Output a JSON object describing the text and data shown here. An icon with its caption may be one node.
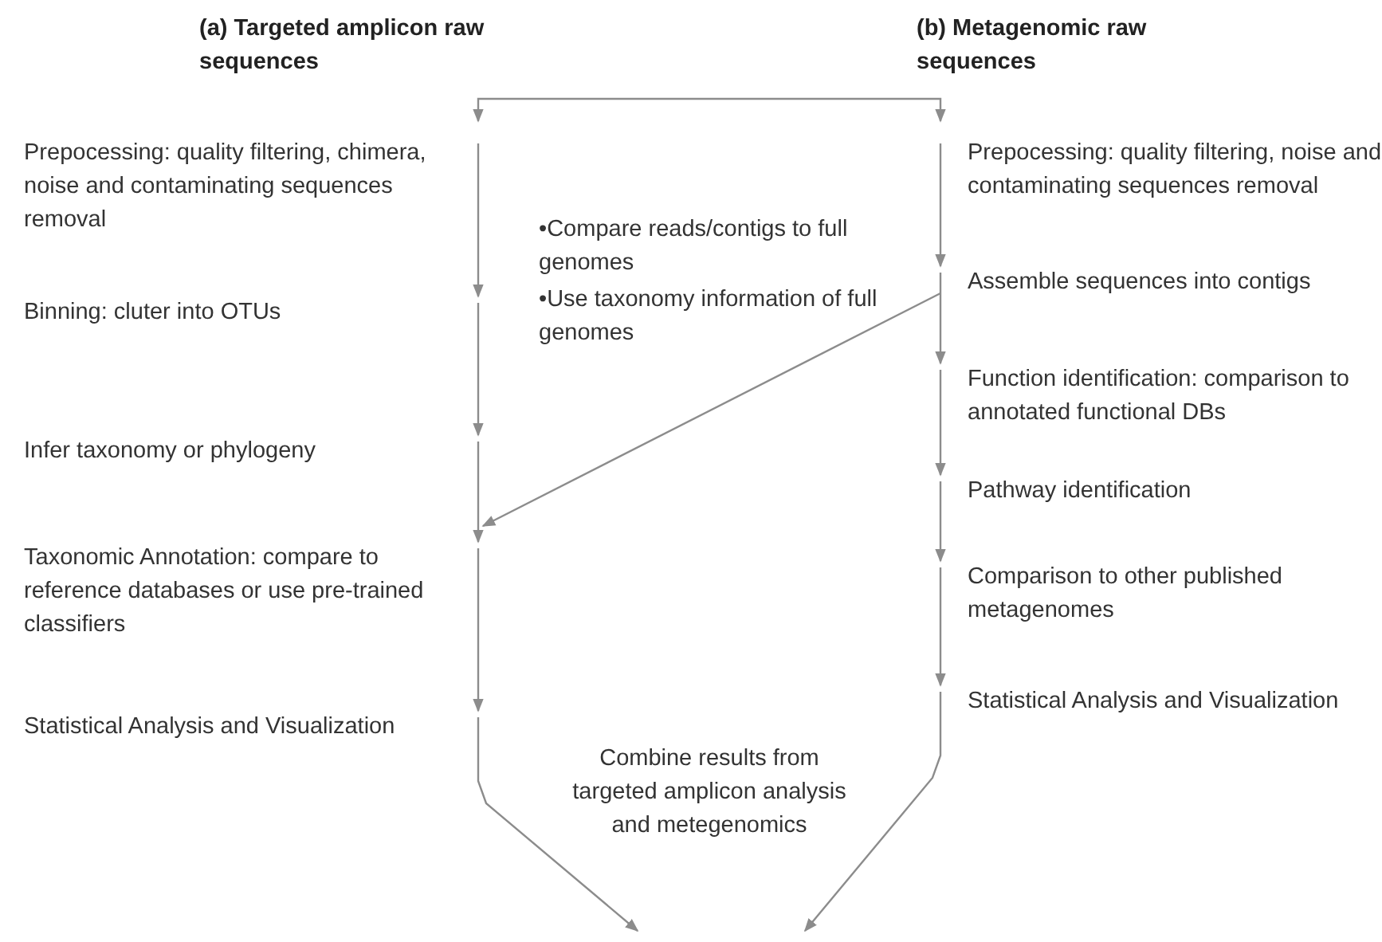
{
  "diagram": {
    "nodes": [
      {
        "text": [
          "Prepocessing: quality filtering, chimera, noise and contaminating sequences  removal"
        ]
      },
      {
        "text": [
          "Binning: cluter into OTUs"
        ]
      },
      {
        "text": [
          "Infer taxonomy or phylogeny"
        ]
      },
      {
        "text": [
          "Taxonomic Annotation: compare to reference databases or use pre-trained classifiers"
        ]
      },
      {
        "text": [
          "Statistical Analysis and Visualization"
        ]
      },
      {
        "text": [
          "Prepocessing: quality filtering, noise and contaminating sequences  removal"
        ]
      },
      {
        "text": [
          "Assemble sequences into contigs"
        ]
      },
      {
        "text": [
          "Function identification: comparison to annotated functional DBs"
        ]
      },
      {
        "text": [
          "Pathway identification"
        ]
      },
      {
        "text": [
          "Comparison to other published metagenomes"
        ]
      },
      {
        "text": [
          "Statistical Analysis and Visualization"
        ]
      },
      {
        "text": [
          "Combine results from targeted amplicon analysis and metegenomics"
        ]
      }
    ],
    "edges": [
      {
        "from": 0,
        "to": 5,
        "arrow": "both"
      },
      {
        "from": 0,
        "to": 1,
        "arrow": "to"
      },
      {
        "from": 1,
        "to": 2,
        "arrow": "to"
      },
      {
        "from": 2,
        "to": 3,
        "arrow": "to"
      },
      {
        "from": 3,
        "to": 4,
        "arrow": "to"
      },
      {
        "from": 4,
        "to": 11,
        "arrow": "to"
      },
      {
        "from": 5,
        "to": 6,
        "arrow": "to"
      },
      {
        "from": 6,
        "to": 7,
        "arrow": "to"
      },
      {
        "from": 7,
        "to": 8,
        "arrow": "to"
      },
      {
        "from": 8,
        "to": 9,
        "arrow": "to"
      },
      {
        "from": 9,
        "to": 10,
        "arrow": "to"
      },
      {
        "from": 10,
        "to": 11,
        "arrow": "to"
      },
      {
        "from": 6,
        "to": 3,
        "arrow": "to"
      }
    ],
    "labels": [
      "(a)  Targeted amplicon raw sequences",
      "(b)  Metagenomic raw sequences",
      "•Compare reads/contigs to full genomes",
      "•Use taxonomy information of full genomes"
    ]
  }
}
